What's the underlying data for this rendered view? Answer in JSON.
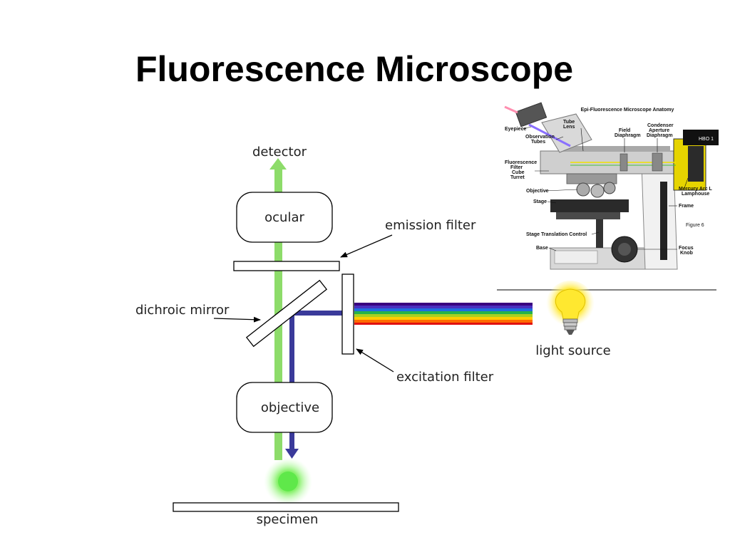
{
  "title": "Fluorescence Microscope",
  "diagram": {
    "detector": "detector",
    "ocular": "ocular",
    "emission_filter": "emission filter",
    "dichroic_mirror": "dichroic mirror",
    "excitation_filter": "excitation filter",
    "light_source": "light source",
    "objective": "objective",
    "specimen": "specimen"
  },
  "photo": {
    "heading": "Epi-Fluorescence Microscope Anatomy",
    "labels": {
      "eyepiece": "Eyepiece",
      "tube_lens_1": "Tube",
      "tube_lens_2": "Lens",
      "observation_1": "Observation",
      "observation_2": "Tubes",
      "field_1": "Field",
      "field_2": "Diaphragm",
      "condenser_1": "Condenser",
      "condenser_2": "Aperture",
      "condenser_3": "Diaphragm",
      "hbo": "HBO 1",
      "turret_1": "Fluorescence",
      "turret_2": "Filter",
      "turret_3": "Cube",
      "turret_4": "Turret",
      "mercury_1": "Mercury Arc L",
      "mercury_2": "Lamphouse",
      "objective": "Objective",
      "stage": "Stage",
      "frame": "Frame",
      "figure": "Figure 6",
      "stage_control": "Stage Translation Control",
      "base": "Base",
      "focus_1": "Focus",
      "focus_2": "Knob"
    }
  },
  "colors": {
    "emission_green": "#8ddc6a",
    "excitation_blue": "#3a3a9a",
    "specimen_glow": "#5fe84a",
    "bulb": "#ffe830"
  }
}
